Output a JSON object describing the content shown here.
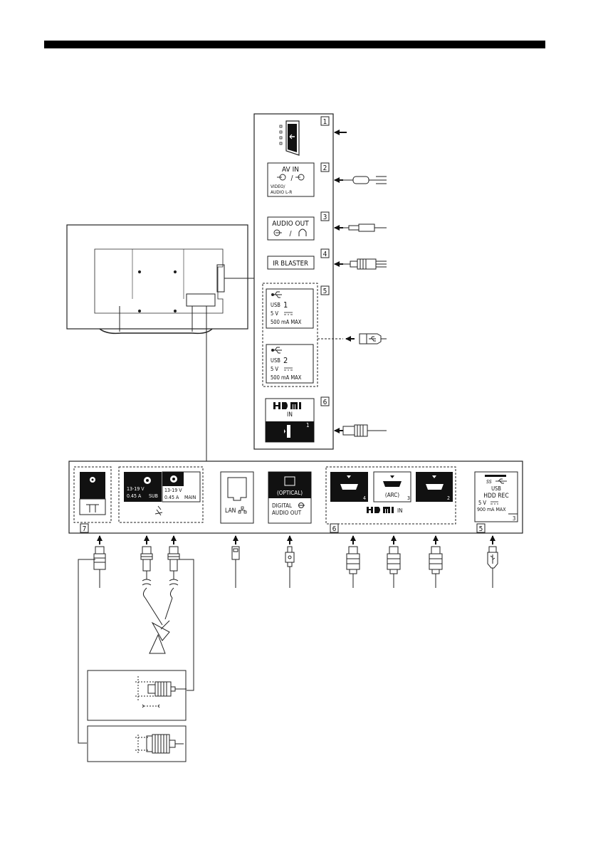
{
  "header": {
    "rule_color": "#000000"
  },
  "side_panel": {
    "callouts": [
      "1",
      "2",
      "3",
      "4",
      "5",
      "6"
    ],
    "av_in": {
      "title": "AV IN",
      "sub1": "VIDEO/",
      "sub2": "AUDIO L-R"
    },
    "audio_out": {
      "title": "AUDIO OUT"
    },
    "ir_blaster": {
      "title": "IR BLASTER"
    },
    "usb1": {
      "label": "USB",
      "num": "1",
      "volt": "5 V",
      "current": "500 mA MAX"
    },
    "usb2": {
      "label": "USB",
      "num": "2",
      "volt": "5 V",
      "current": "500 mA MAX"
    },
    "hdmi1": {
      "in": "IN",
      "num": "1"
    }
  },
  "bottom_panel": {
    "callout_7": "7",
    "callout_6": "6",
    "callout_5": "5",
    "sat_sub": {
      "volt": "13-19 V",
      "current": "0.45 A",
      "name": "SUB"
    },
    "sat_main": {
      "volt": "13-19 V",
      "current": "0.45 A",
      "name": "MAIN"
    },
    "lan": "LAN",
    "optical": {
      "optical": "(OPTICAL)",
      "line1": "DIGITAL",
      "line2": "AUDIO OUT"
    },
    "hdmi": {
      "port4": "4",
      "arc": "(ARC)",
      "port3": "3",
      "port2": "2",
      "in": "IN"
    },
    "usb3": {
      "line1": "USB",
      "line2": "HDD REC",
      "volt": "5 V",
      "current": "900 mA MAX",
      "num": "3"
    }
  },
  "icons": [
    "hdmi-logo",
    "usb-icon",
    "usb-superspeed-icon",
    "headphone-icon",
    "lan-icon",
    "satellite-dish-icon",
    "antenna-icon"
  ]
}
